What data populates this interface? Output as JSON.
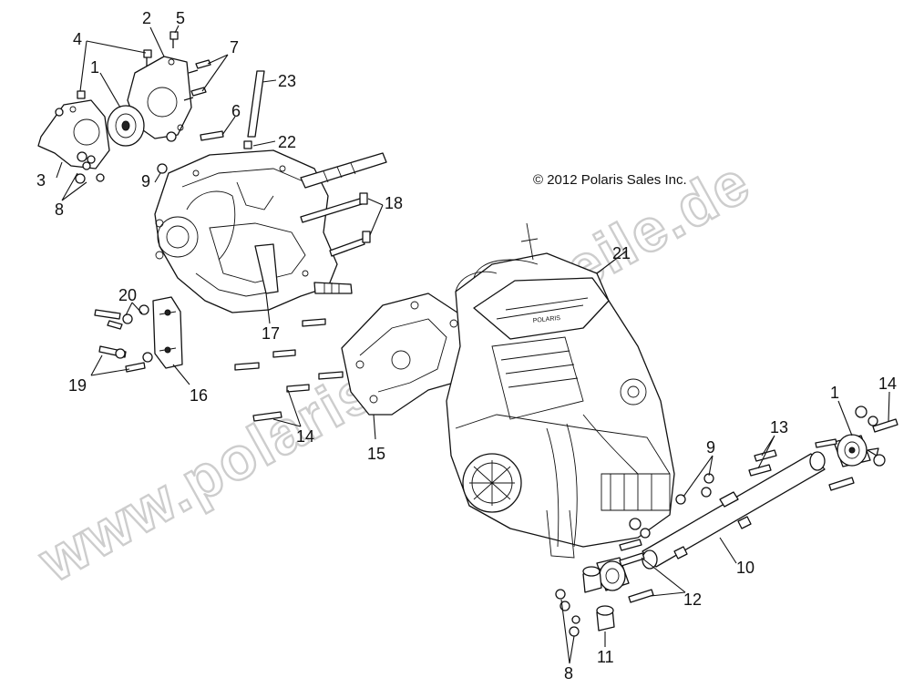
{
  "diagram": {
    "copyright": "© 2012 Polaris Sales Inc.",
    "watermark": "www.polaris-ersatzteile.de",
    "engine_brand_text": "POLARIS",
    "callouts": {
      "c1a": "1",
      "c2": "2",
      "c3": "3",
      "c4": "4",
      "c5": "5",
      "c6": "6",
      "c7": "7",
      "c8a": "8",
      "c9a": "9",
      "c23": "23",
      "c22": "22",
      "c18": "18",
      "c21": "21",
      "c20": "20",
      "c19": "19",
      "c16": "16",
      "c17": "17",
      "c15": "15",
      "c14a": "14",
      "c14b": "14",
      "c1b": "1",
      "c13": "13",
      "c9b": "9",
      "c10": "10",
      "c12": "12",
      "c11": "11",
      "c8b": "8"
    }
  }
}
